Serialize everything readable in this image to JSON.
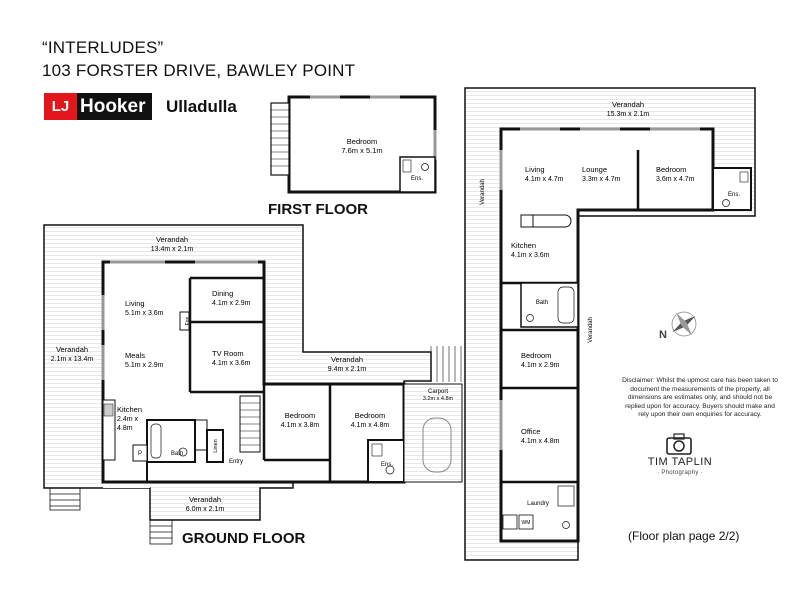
{
  "header": {
    "title_line1": "“INTERLUDES”",
    "title_line2": "103 FORSTER DRIVE, BAWLEY POINT",
    "agency_logo_mark": "LJ",
    "agency_logo_word": "Hooker",
    "agency_office": "Ulladulla"
  },
  "floors": {
    "first_floor": "FIRST FLOOR",
    "ground_floor": "GROUND FLOOR"
  },
  "rooms": {
    "first_bedroom": {
      "name": "Bedroom",
      "dims": "7.6m x 5.1m"
    },
    "first_ens": "Ens.",
    "ground_verandah_top": {
      "name": "Verandah",
      "dims": "13.4m x 2.1m"
    },
    "ground_verandah_left": {
      "name": "Verandah",
      "dims": "2.1m x 13.4m"
    },
    "living": {
      "name": "Living",
      "dims": "5.1m x 3.6m"
    },
    "dining": {
      "name": "Dining",
      "dims": "4.1m x 2.9m"
    },
    "meals": {
      "name": "Meals",
      "dims": "5.1m x 2.9m"
    },
    "tv_room": {
      "name": "TV Room",
      "dims": "4.1m x 3.6m"
    },
    "fire": "Fire",
    "kitchen_ground": {
      "name": "Kitchen",
      "dims1": "2.4m x",
      "dims2": "4.8m"
    },
    "bath_ground": "Bath",
    "linen": "Linen",
    "entry": "Entry",
    "pantry": "P",
    "verandah_mid": {
      "name": "Verandah",
      "dims": "9.4m x 2.1m"
    },
    "bedroom_a": {
      "name": "Bedroom",
      "dims": "4.1m x 3.8m"
    },
    "bedroom_b": {
      "name": "Bedroom",
      "dims": "4.1m x 4.8m"
    },
    "ens_ground": "Ens.",
    "carport": {
      "name": "Carport",
      "dims": "3.2m x 4.8m"
    },
    "verandah_bottom": {
      "name": "Verandah",
      "dims": "6.0m x 2.1m"
    },
    "verandah_right_top": {
      "name": "Verandah",
      "dims": "15.3m x 2.1m"
    },
    "verandah_right_left": "Verandah",
    "verandah_right_right": "Verandah",
    "living_r": {
      "name": "Living",
      "dims": "4.1m x 4.7m"
    },
    "lounge_r": {
      "name": "Lounge",
      "dims": "3.3m x 4.7m"
    },
    "bedroom_r1": {
      "name": "Bedroom",
      "dims": "3.6m x 4.7m"
    },
    "ens_r": "Ens.",
    "kitchen_r": {
      "name": "Kitchen",
      "dims": "4.1m x 3.6m"
    },
    "bath_r": "Bath",
    "bedroom_r2": {
      "name": "Bedroom",
      "dims": "4.1m x 2.9m"
    },
    "office": {
      "name": "Office",
      "dims": "4.1m x 4.8m"
    },
    "laundry": "Laundry",
    "wm": "WM"
  },
  "disclaimer": "Disclaimer: Whilst the upmost care has been taken to document the measurements of the property, all dimensions are estimates only, and should not be replied upon for accuracy. Buyers should make and rely upon their own enquiries for accuracy.",
  "photographer": {
    "name": "TIM TAPLIN",
    "sub": "· Photography ·"
  },
  "compass_label": "N",
  "page_note": "(Floor plan page 2/2)",
  "colors": {
    "wall": "#111111",
    "deck_line": "#bfbfbf",
    "logo_red": "#e3161b",
    "logo_black": "#111111"
  }
}
